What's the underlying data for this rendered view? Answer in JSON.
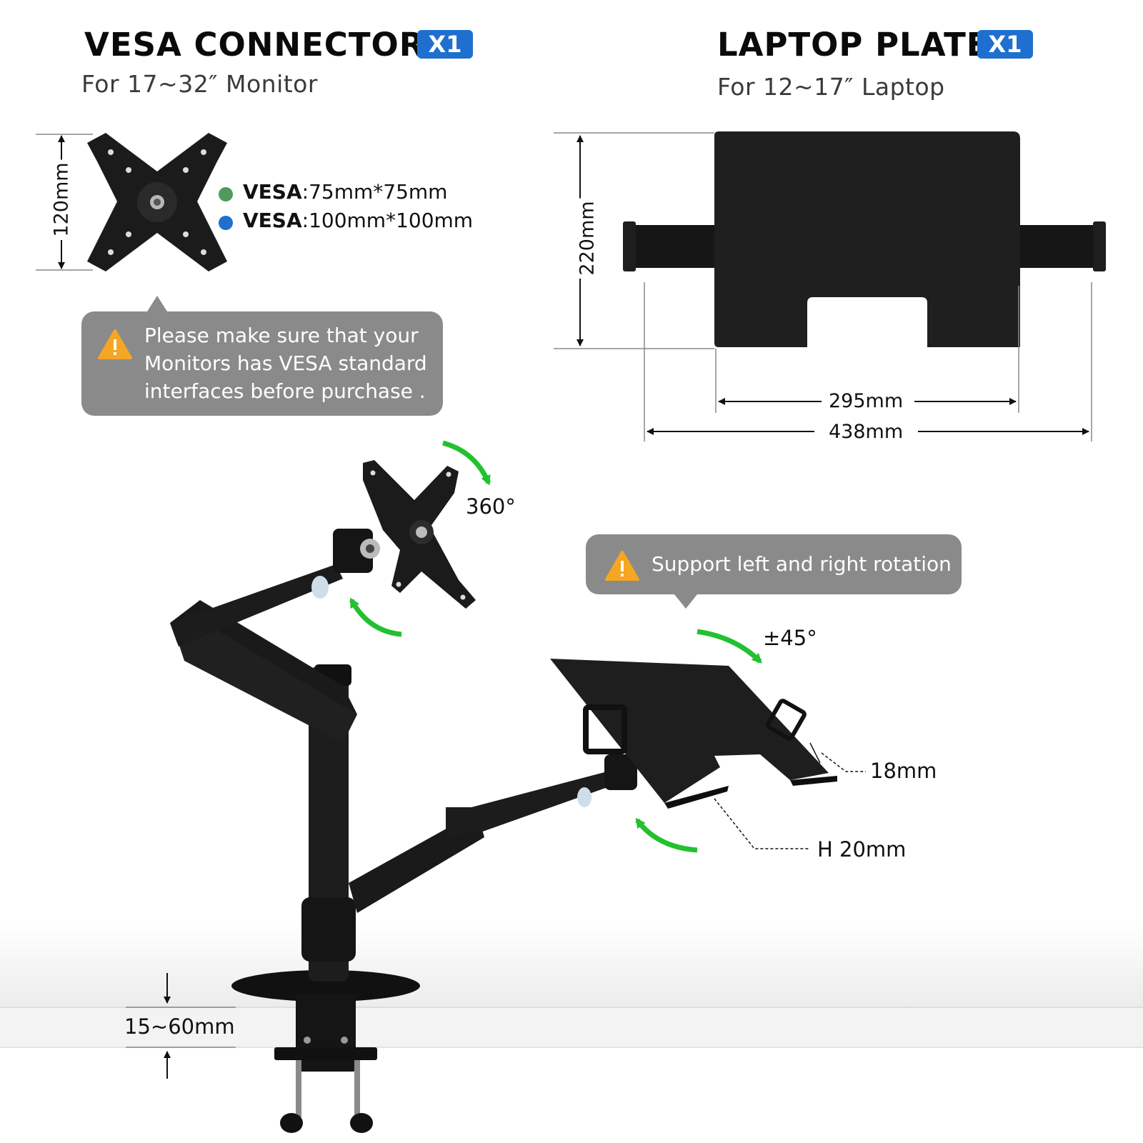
{
  "vesa": {
    "title": "VESA CONNECTOR",
    "badge": "X1",
    "subtitle": "For 17~32″ Monitor",
    "height_label": "120mm",
    "spec1_key": "VESA",
    "spec1_value": ":75mm*75mm",
    "spec2_key": "VESA",
    "spec2_value": ":100mm*100mm",
    "spec1_color": "#4f9a5e",
    "spec2_color": "#1f6fd1",
    "warning": [
      "Please make sure that your",
      "Monitors has VESA standard",
      "interfaces before purchase ."
    ]
  },
  "laptop": {
    "title": "LAPTOP PLATE",
    "badge": "X1",
    "subtitle": "For 12~17″ Laptop",
    "height_label": "220mm",
    "width_inner_label": "295mm",
    "width_outer_label": "438mm"
  },
  "arm": {
    "monitor_rotation": "360°",
    "callout": "Support left and right rotation",
    "laptop_tilt": "±45°",
    "lip_thickness": "18mm",
    "lip_height": "H 20mm",
    "clamp_range": "15~60mm"
  },
  "colors": {
    "badge": "#1f6fd1",
    "callout_bg": "#8a8a8a",
    "warning_icon": "#f5a623",
    "arrow_green": "#23c02f",
    "product_black": "#1b1b1b"
  }
}
